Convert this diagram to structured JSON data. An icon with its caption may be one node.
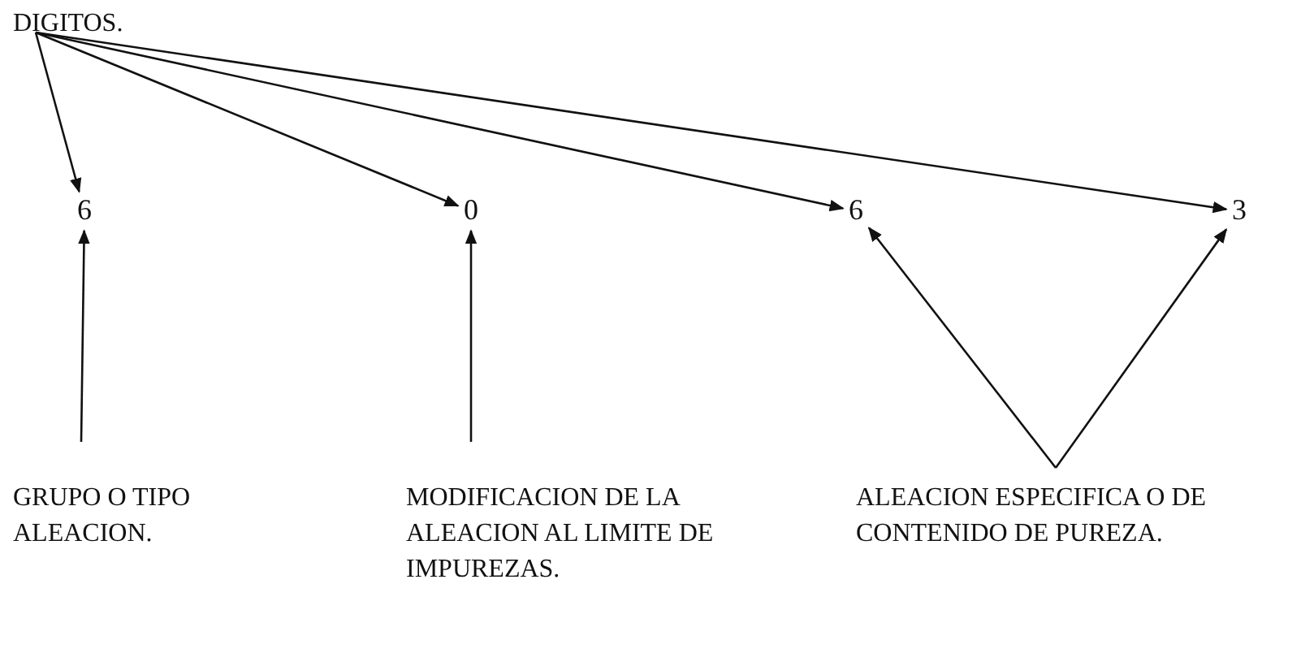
{
  "diagram": {
    "nodes": [
      {
        "text": [
          "DIGITOS."
        ]
      },
      {
        "text": [
          "6"
        ]
      },
      {
        "text": [
          "0"
        ]
      },
      {
        "text": [
          "6"
        ]
      },
      {
        "text": [
          "3"
        ]
      },
      {
        "text": [
          "GRUPO O TIPO ALEACION."
        ]
      },
      {
        "text": [
          "MODIFICACION DE LA ALEACION AL LIMITE DE IMPUREZAS."
        ]
      },
      {
        "text": [
          "ALEACION ESPECIFICA O DE CONTENIDO DE PUREZA."
        ]
      }
    ],
    "edges": [
      {
        "from": 0,
        "to": 1,
        "arrow": "to"
      },
      {
        "from": 0,
        "to": 2,
        "arrow": "to"
      },
      {
        "from": 0,
        "to": 3,
        "arrow": "to"
      },
      {
        "from": 0,
        "to": 4,
        "arrow": "to"
      },
      {
        "from": 5,
        "to": 1,
        "arrow": "to"
      },
      {
        "from": 6,
        "to": 2,
        "arrow": "to"
      },
      {
        "from": 7,
        "to": 3,
        "arrow": "to"
      },
      {
        "from": 7,
        "to": 4,
        "arrow": "to"
      }
    ]
  }
}
